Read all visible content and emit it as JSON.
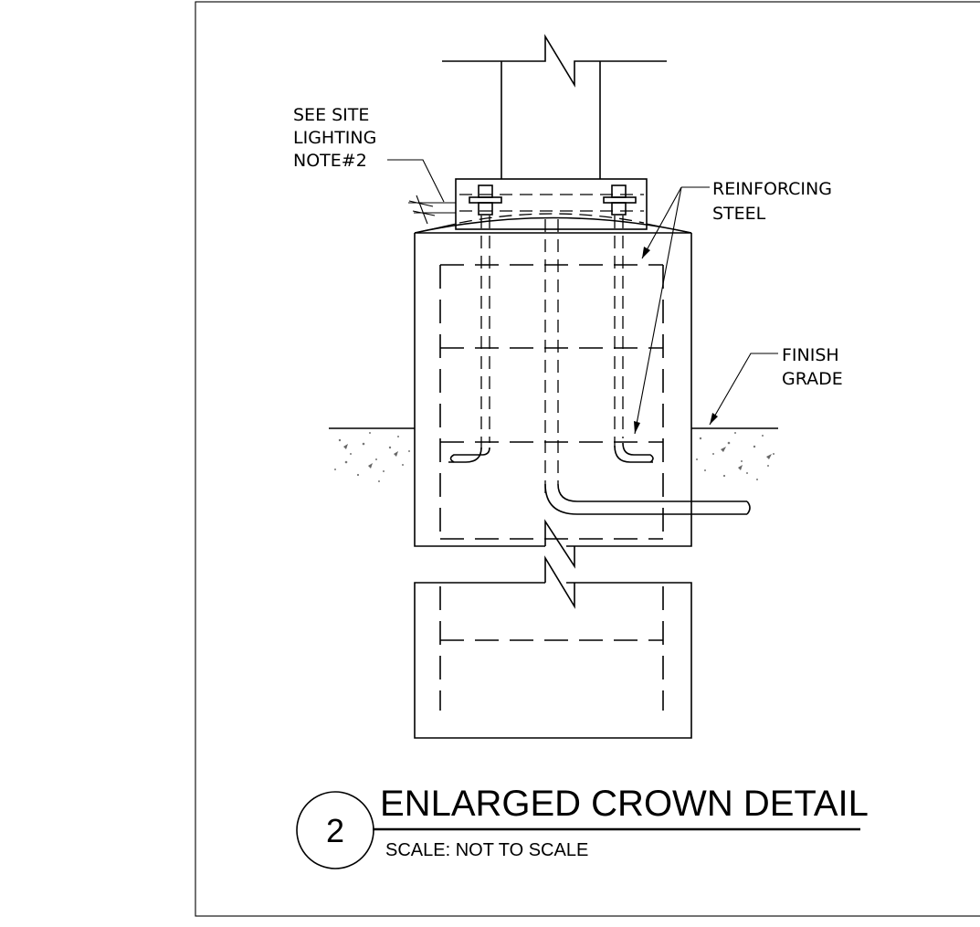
{
  "labels": {
    "note_line1": "SEE SITE",
    "note_line2": "LIGHTING",
    "note_line3": "NOTE#2",
    "reinforcing_line1": "REINFORCING",
    "reinforcing_line2": "STEEL",
    "finish_line1": "FINISH",
    "finish_line2": "GRADE"
  },
  "title_block": {
    "detail_number": "2",
    "title": "ENLARGED CROWN DETAIL",
    "scale": "SCALE: NOT TO SCALE"
  }
}
